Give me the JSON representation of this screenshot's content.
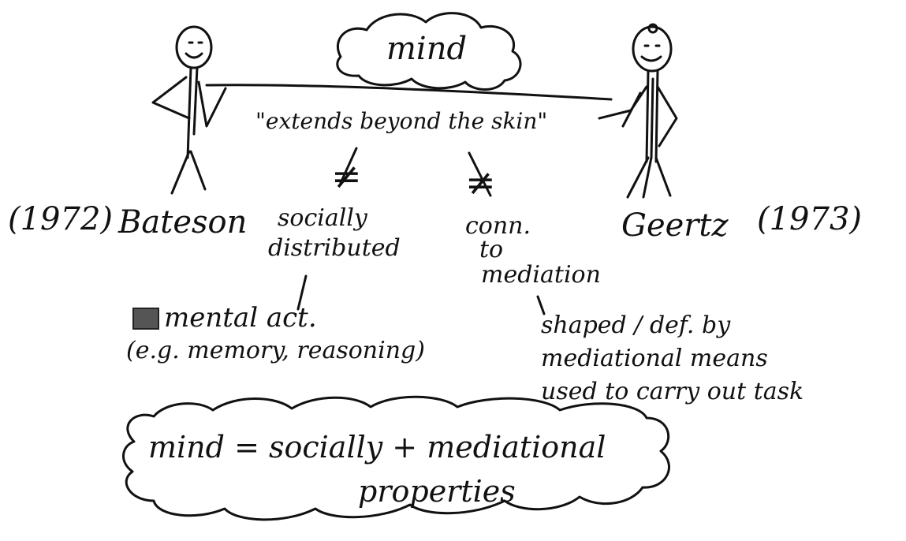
{
  "diagram": {
    "cloud_top_text": "mind",
    "bar_text": "\"extends beyond the skin\"",
    "left_year": "(1972)",
    "left_name": "Bateson",
    "right_name": "Geertz",
    "right_year": "(1973)",
    "neq_symbol": "≠",
    "branch_left": [
      "socially",
      "distributed"
    ],
    "branch_right": [
      "conn.",
      "to",
      "mediation"
    ],
    "mental_act": [
      "mental act.",
      "(e.g. memory, reasoning)"
    ],
    "shaped": [
      "shaped / def. by",
      "mediational means",
      "used to carry out task"
    ],
    "cloud_bottom": [
      "mind = socially + mediational",
      "properties"
    ]
  }
}
